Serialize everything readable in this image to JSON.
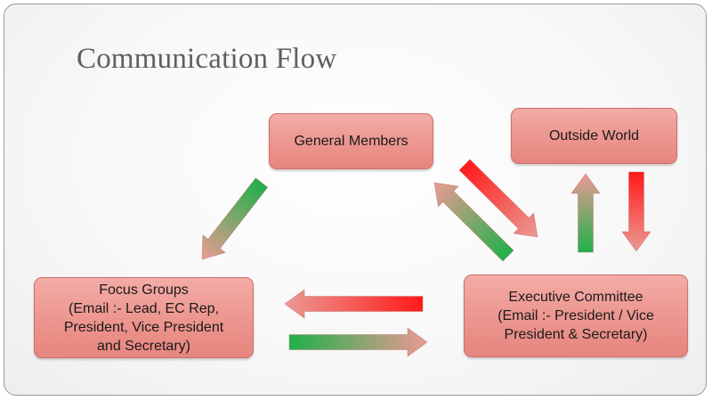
{
  "title": "Communication Flow",
  "nodes": {
    "general_members": "General Members",
    "outside_world": "Outside World",
    "focus_groups": [
      "Focus Groups",
      "(Email :- Lead, EC Rep,",
      "President, Vice President",
      "and Secretary)"
    ],
    "executive_committee": [
      "Executive Committee",
      "(Email :- President / Vice",
      "President & Secretary)"
    ]
  },
  "colors": {
    "node_fill": "#ec958e",
    "node_border": "#cf6f6a",
    "arrow_red": "#ff1a1a",
    "arrow_green": "#22b04a",
    "arrow_mid": "#e98f8a"
  },
  "edges": [
    {
      "from": "general_members",
      "to": "focus_groups",
      "color_origin": "green"
    },
    {
      "from": "general_members",
      "to": "executive_committee",
      "color_origin": "red"
    },
    {
      "from": "executive_committee",
      "to": "general_members",
      "color_origin": "green"
    },
    {
      "from": "executive_committee",
      "to": "outside_world",
      "color_origin": "green"
    },
    {
      "from": "outside_world",
      "to": "executive_committee",
      "color_origin": "red"
    },
    {
      "from": "executive_committee",
      "to": "focus_groups",
      "color_origin": "red"
    },
    {
      "from": "focus_groups",
      "to": "executive_committee",
      "color_origin": "green"
    }
  ]
}
